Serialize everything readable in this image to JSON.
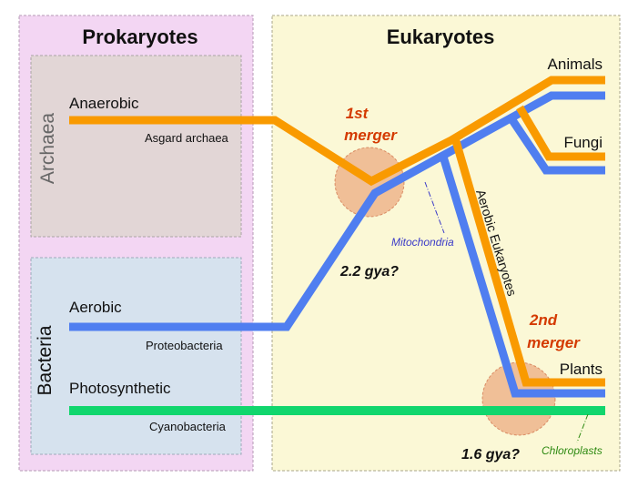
{
  "panels": {
    "prokaryotes": {
      "title": "Prokaryotes",
      "bg": "#f3d6f3"
    },
    "eukaryotes": {
      "title": "Eukaryotes",
      "bg": "#fbf8d6"
    }
  },
  "groups": {
    "archaea": {
      "label": "Archaea",
      "bg": "#e2d6d6"
    },
    "bacteria": {
      "label": "Bacteria",
      "bg": "#d6e2ee"
    }
  },
  "lineages": {
    "anaerobic": {
      "label": "Anaerobic",
      "sublabel": "Asgard archaea",
      "color": "#f99a00"
    },
    "aerobic": {
      "label": "Aerobic",
      "sublabel": "Proteobacteria",
      "color": "#4f7ef0"
    },
    "photosynthetic": {
      "label": "Photosynthetic",
      "sublabel": "Cyanobacteria",
      "color": "#11d66d"
    }
  },
  "outcomes": {
    "animals": "Animals",
    "fungi": "Fungi",
    "plants": "Plants"
  },
  "events": {
    "merger1": {
      "label_line1": "1st",
      "label_line2": "merger",
      "time": "2.2 gya?",
      "organelle": "Mitochondria"
    },
    "merger2": {
      "label_line1": "2nd",
      "label_line2": "merger",
      "time": "1.6 gya?",
      "organelle": "Chloroplasts"
    }
  },
  "branch_label": "Aerobic Eukaryotes",
  "colors": {
    "merger_text": "#d43a00",
    "mitochondria_text": "#3a3ac8",
    "chloroplast_text": "#2e8a12",
    "merger_circle": "#e06a3a"
  }
}
